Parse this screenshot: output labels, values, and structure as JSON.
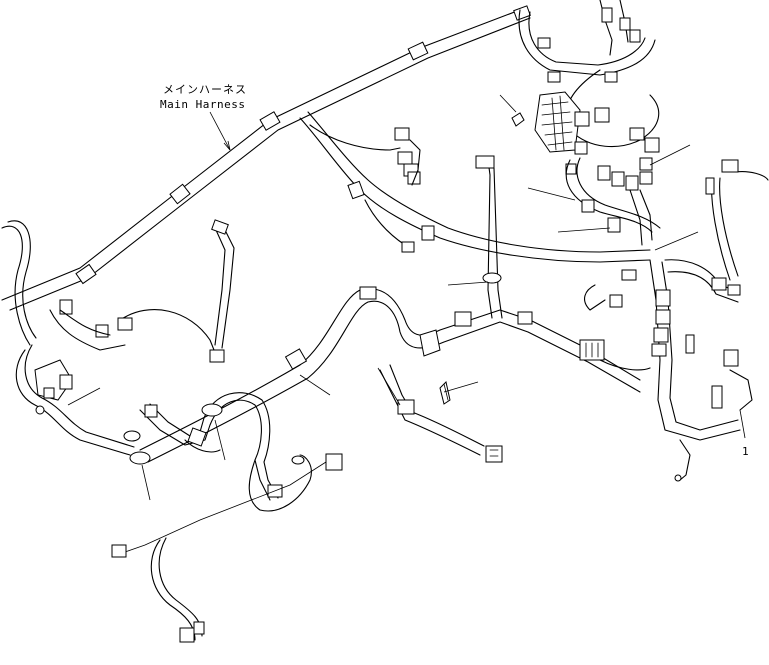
{
  "diagram": {
    "labels": {
      "main_harness_jp": "メインハーネス",
      "main_harness_en": "Main Harness",
      "ref_number": "1"
    },
    "colors": {
      "line": "#000000",
      "background": "#ffffff"
    }
  }
}
